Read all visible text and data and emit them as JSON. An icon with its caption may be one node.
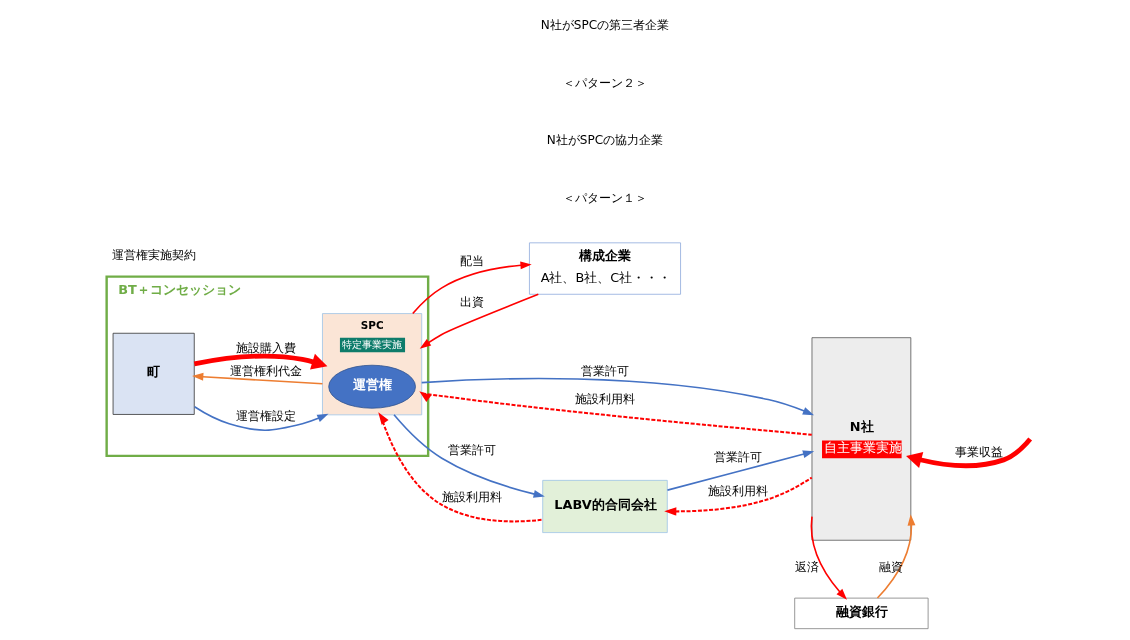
{
  "diagram": {
    "nodes": [
      {
        "text": [
          "BT＋コンセッション"
        ]
      },
      {
        "text": [
          "町"
        ],
        "in": 0
      },
      {
        "text": [
          "SPC",
          "特定事業実施"
        ],
        "in": 0
      },
      {
        "text": [
          "運営権"
        ],
        "in": 2
      },
      {
        "text": [
          "構成企業",
          "A社、B社、C社・・・"
        ]
      },
      {
        "text": [
          "融資銀行"
        ]
      },
      {
        "text": [
          "N社",
          "自主事業実施"
        ]
      },
      {
        "text": [
          "LABV的合同会社"
        ]
      }
    ],
    "edges": [
      {
        "from": 1,
        "to": 2,
        "arrow": "to",
        "label": "運営権設定",
        "color": "#4472c4"
      },
      {
        "from": 2,
        "to": 1,
        "arrow": "to",
        "label": "運営権利代金",
        "color": "#ed7d31"
      },
      {
        "from": 1,
        "to": 2,
        "arrow": "to",
        "label": "施設購入費",
        "style": "thick"
      },
      {
        "from": 2,
        "to": 4,
        "arrow": "to",
        "label": "配当"
      },
      {
        "from": 4,
        "to": 2,
        "arrow": "to",
        "label": "出資"
      },
      {
        "from": 5,
        "to": 6,
        "arrow": "to",
        "label": "融資",
        "color": "#ed7d31"
      },
      {
        "from": 6,
        "to": 5,
        "arrow": "to",
        "label": "返済"
      },
      {
        "from": 2,
        "to": 6,
        "arrow": "to",
        "label": "営業許可",
        "color": "#4472c4"
      },
      {
        "from": 6,
        "to": 2,
        "arrow": "to",
        "label": "施設利用料",
        "style": "dashed"
      },
      {
        "from": 2,
        "to": 7,
        "arrow": "to",
        "label": "営業許可",
        "color": "#4472c4"
      },
      {
        "from": 7,
        "to": 2,
        "arrow": "to",
        "label": "施設利用料",
        "style": "dashed"
      },
      {
        "from": 7,
        "to": 6,
        "arrow": "to",
        "label": "営業許可",
        "color": "#4472c4"
      },
      {
        "from": 6,
        "to": 7,
        "arrow": "to",
        "label": "施設利用料",
        "style": "dashed"
      },
      {
        "from": null,
        "to": 6,
        "arrow": "to",
        "label": "事業収益",
        "style": "thick"
      }
    ],
    "labels": [
      "運営権実施契約",
      "＜パターン１＞",
      "N社がSPCの協力企業",
      "＜パターン２＞",
      "N社がSPCの第三者企業"
    ]
  }
}
